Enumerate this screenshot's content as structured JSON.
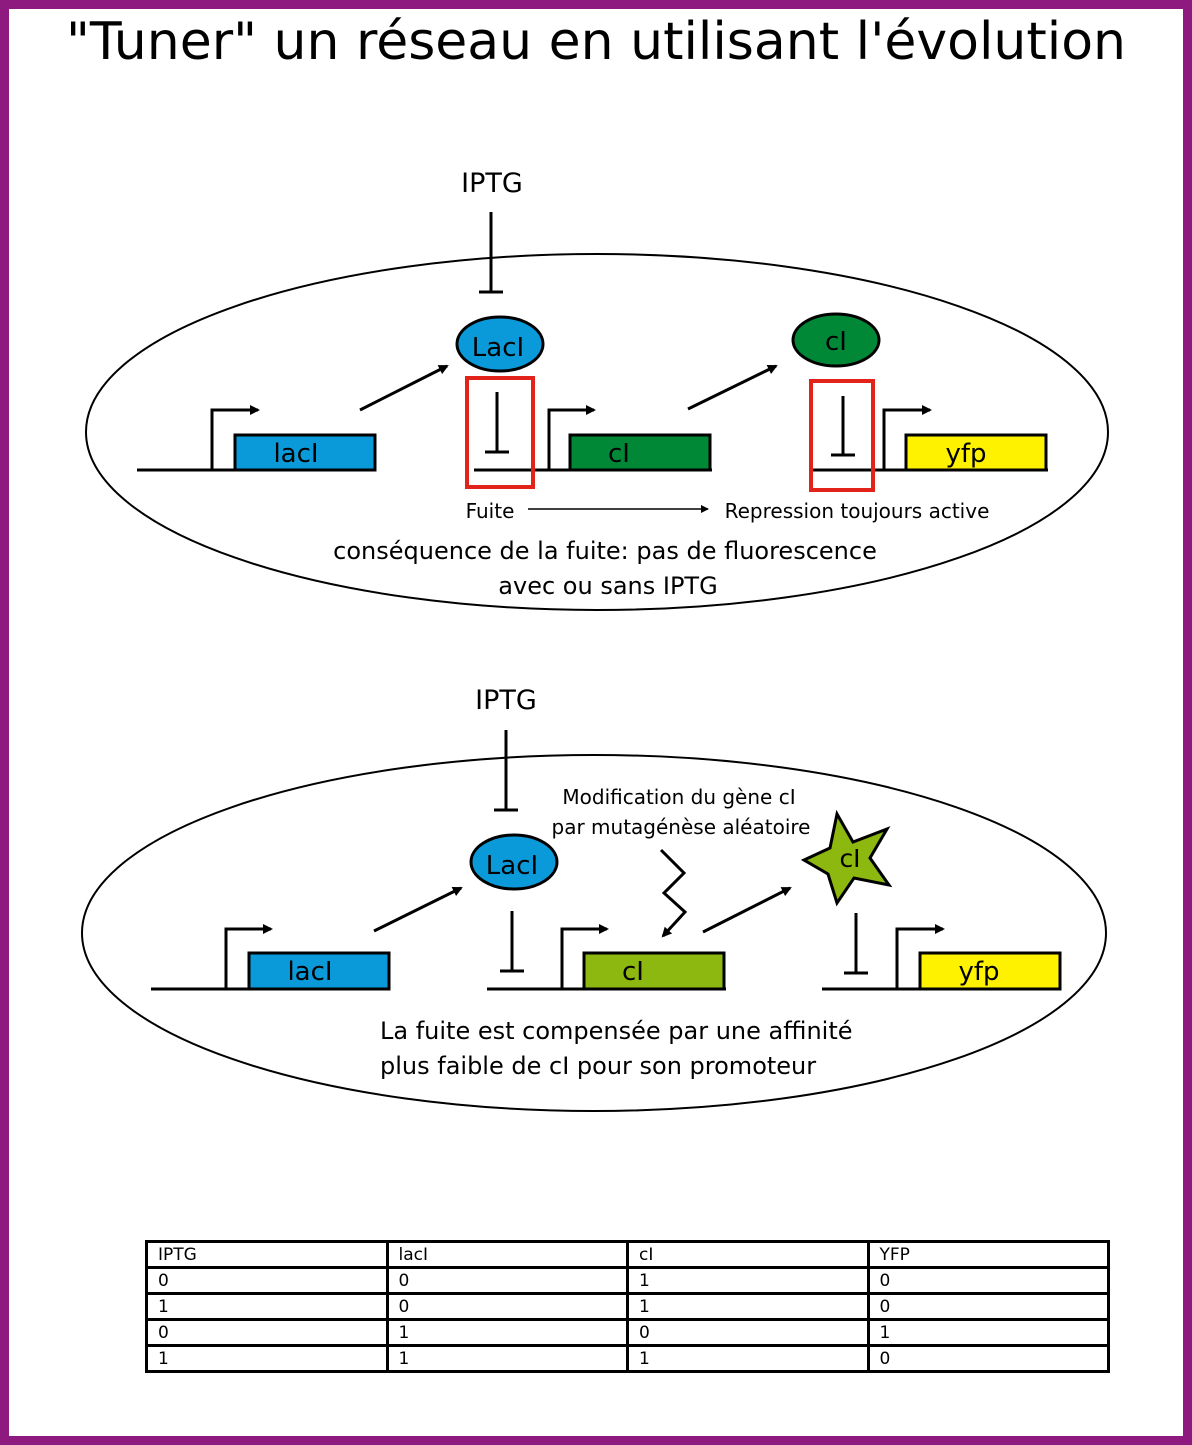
{
  "title": "\"Tuner\" un réseau en utilisant l'évolution",
  "colors": {
    "frame": "#8e1a80",
    "lacI": "#0a9ad9",
    "cI_top": "#008837",
    "cI_mutant": "#8db80f",
    "yfp": "#fff200",
    "leak_box": "#e2231a"
  },
  "top_panel": {
    "inducer": "IPTG",
    "protein_lacI": "LacI",
    "protein_cI": "cI",
    "gene_lacI": "lacI",
    "gene_cI": "cI",
    "gene_yfp": "yfp",
    "leak_label": "Fuite",
    "repression_label": "Repression toujours active",
    "consequence_line1": "conséquence de la fuite: pas de fluorescence",
    "consequence_line2": "avec ou sans IPTG"
  },
  "bottom_panel": {
    "inducer": "IPTG",
    "protein_lacI": "LacI",
    "protein_cI": "cI",
    "gene_lacI": "lacI",
    "gene_cI": "cI",
    "gene_yfp": "yfp",
    "mutation_line1": "Modification du gène cI",
    "mutation_line2": "par mutagénèse aléatoire",
    "caption_line1": "La fuite est compensée par une affinité",
    "caption_line2": "plus faible de cI pour son promoteur"
  },
  "truth_table": {
    "headers": [
      "IPTG",
      "lacI",
      "cI",
      "YFP"
    ],
    "rows": [
      [
        "0",
        "0",
        "1",
        "0"
      ],
      [
        "1",
        "0",
        "1",
        "0"
      ],
      [
        "0",
        "1",
        "0",
        "1"
      ],
      [
        "1",
        "1",
        "1",
        "0"
      ]
    ]
  }
}
